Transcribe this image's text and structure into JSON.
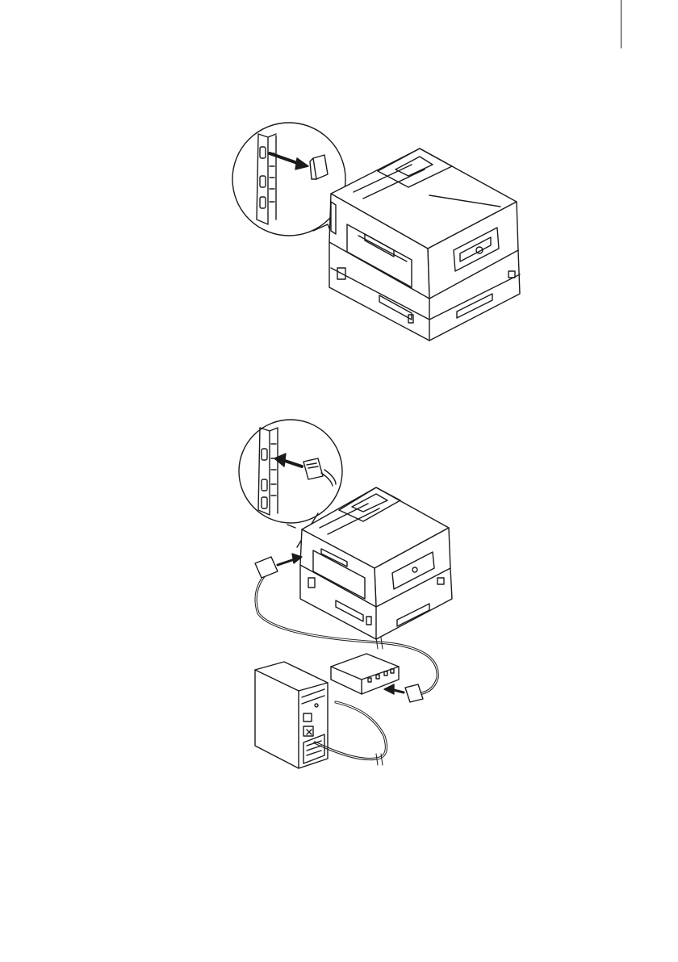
{
  "page": {
    "background": "#ffffff",
    "line_color": "#1a1a1a"
  },
  "figures": [
    {
      "id": "remove-port-cover",
      "parts": [
        "printer",
        "port-cover",
        "removal-arrow",
        "zoom-callout"
      ]
    },
    {
      "id": "connect-network-cable",
      "parts": [
        "printer",
        "rj45-plug",
        "insert-arrow",
        "zoom-callout",
        "network-cable",
        "network-hub",
        "computer-tower"
      ]
    }
  ]
}
